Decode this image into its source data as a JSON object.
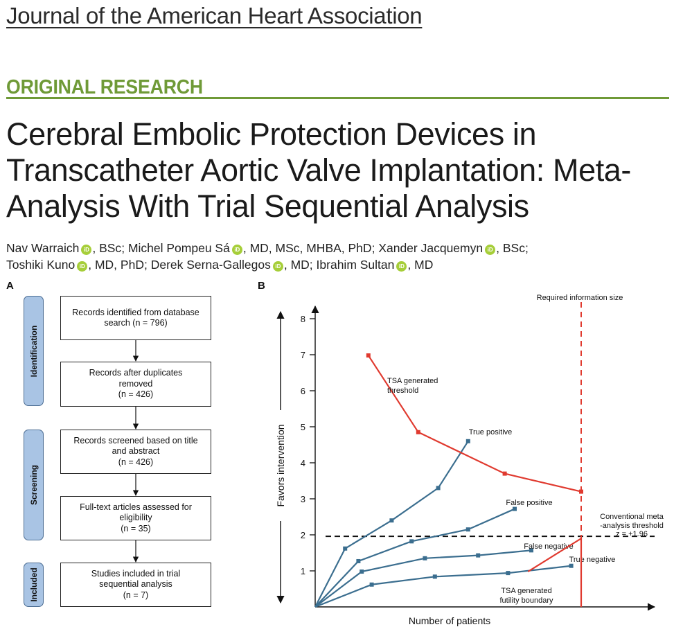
{
  "header": {
    "journal": "Journal of the American Heart Association",
    "section": "ORIGINAL RESEARCH",
    "title": "Cerebral Embolic Protection Devices in Transcatheter Aortic Valve Implantation: Meta-Analysis With Trial Sequential Analysis",
    "orcid_badge": "iD"
  },
  "authors": [
    {
      "name": "Nav Warraich",
      "degrees": "BSc",
      "sep": ";"
    },
    {
      "name": "Michel Pompeu Sá",
      "degrees": "MD, MSc, MHBA, PhD",
      "sep": ";"
    },
    {
      "name": "Xander Jacquemyn",
      "degrees": "BSc",
      "sep": ";"
    },
    {
      "name": "Toshiki Kuno",
      "degrees": "MD, PhD",
      "sep": ";"
    },
    {
      "name": "Derek Serna-Gallegos",
      "degrees": "MD",
      "sep": ";"
    },
    {
      "name": "Ibrahim Sultan",
      "degrees": "MD",
      "sep": ""
    }
  ],
  "panels": {
    "a": "A",
    "b": "B"
  },
  "flowchart": {
    "stages": [
      "Identification",
      "Screening",
      "Included"
    ],
    "boxes": [
      "Records identified from database\nsearch (n = 796)",
      "Records after duplicates\nremoved\n(n = 426)",
      "Records screened based on title\nand abstract\n(n = 426)",
      "Full-text articles assessed for\neligibility\n(n = 35)",
      "Studies included in trial\nsequential analysis\n(n = 7)"
    ]
  },
  "chart_data": {
    "type": "line",
    "title": "",
    "xlabel": "Number of patients",
    "ylabel": "Favors intervention",
    "ylim": [
      0,
      8.5
    ],
    "xlim": [
      0,
      100
    ],
    "yticks": [
      1,
      2,
      3,
      4,
      5,
      6,
      7,
      8
    ],
    "grid": false,
    "colors": {
      "blue": "#3b6e8f",
      "red": "#e03a2f",
      "black": "#111111"
    },
    "series": [
      {
        "name": "True positive",
        "color": "#3b6e8f",
        "x": [
          0,
          9,
          23,
          37,
          46
        ],
        "y": [
          0,
          1.62,
          2.4,
          3.3,
          4.6
        ]
      },
      {
        "name": "False positive",
        "color": "#3b6e8f",
        "x": [
          0,
          13,
          29,
          46,
          60
        ],
        "y": [
          0,
          1.27,
          1.82,
          2.15,
          2.72
        ]
      },
      {
        "name": "False negative",
        "color": "#3b6e8f",
        "x": [
          0,
          14,
          33,
          49,
          65
        ],
        "y": [
          0,
          0.98,
          1.35,
          1.43,
          1.57
        ]
      },
      {
        "name": "True negative",
        "color": "#3b6e8f",
        "x": [
          0,
          17,
          36,
          58,
          77
        ],
        "y": [
          0,
          0.62,
          0.84,
          0.94,
          1.14
        ]
      },
      {
        "name": "TSA generated threshold",
        "color": "#e03a2f",
        "x": [
          16,
          31,
          57,
          80
        ],
        "y": [
          6.98,
          4.85,
          3.7,
          3.2
        ]
      },
      {
        "name": "TSA generated futility boundary",
        "color": "#e03a2f",
        "x": [
          64,
          80,
          80
        ],
        "y": [
          0.98,
          1.9,
          0
        ],
        "markers": false
      }
    ],
    "reference_lines": [
      {
        "orientation": "horizontal",
        "value": 1.96,
        "label": "Conventional meta-analysis threshold",
        "sublabel": "z = +1.96"
      },
      {
        "orientation": "vertical",
        "value": 80,
        "label": "Required information size"
      }
    ]
  }
}
